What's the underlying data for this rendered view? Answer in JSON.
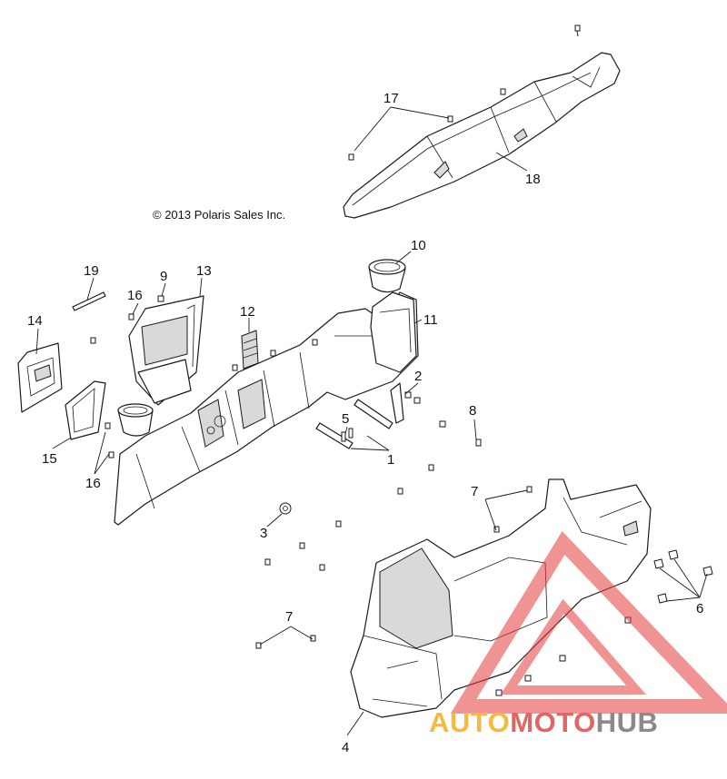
{
  "copyright": "© 2013 Polaris Sales Inc.",
  "callouts": [
    "1",
    "2",
    "3",
    "4",
    "5",
    "6",
    "7",
    "7",
    "8",
    "9",
    "10",
    "11",
    "12",
    "13",
    "14",
    "15",
    "16",
    "16",
    "17",
    "18",
    "19"
  ],
  "watermark": {
    "word_a": "AUTO",
    "word_b": "MOTO",
    "word_c": "HUB",
    "color_a": "#f5b942",
    "color_b": "#e06666",
    "color_c": "#8a8a8a",
    "logo_color": "#e43b3b"
  }
}
